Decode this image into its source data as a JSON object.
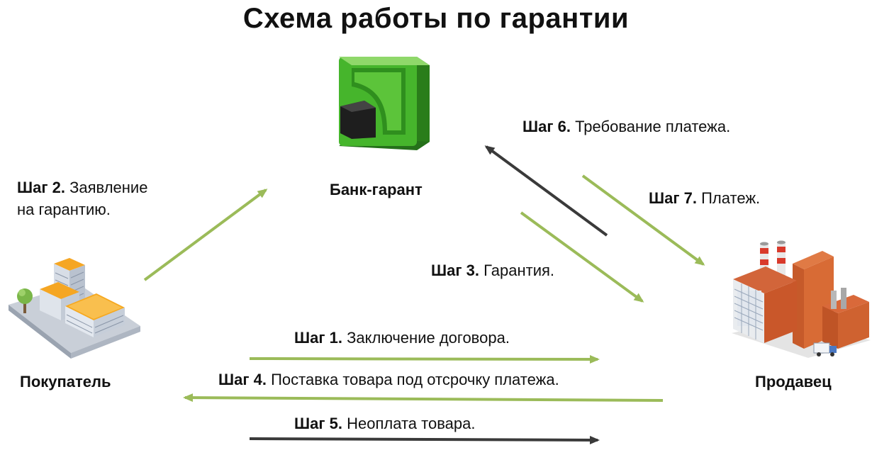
{
  "title": "Схема работы по гарантии",
  "parties": {
    "bank": "Банк-гарант",
    "buyer": "Покупатель",
    "seller": "Продавец"
  },
  "steps": [
    {
      "num": "Шаг 1.",
      "text": "Заключение договора."
    },
    {
      "num": "Шаг 2.",
      "text": "Заявление",
      "text2": "на гарантию."
    },
    {
      "num": "Шаг 3.",
      "text": "Гарантия."
    },
    {
      "num": "Шаг 4.",
      "text": "Поставка товара под отсрочку платежа."
    },
    {
      "num": "Шаг 5.",
      "text": "Неоплата товара."
    },
    {
      "num": "Шаг 6.",
      "text": "Требование платежа."
    },
    {
      "num": "Шаг 7.",
      "text": "Платеж."
    }
  ],
  "colors": {
    "green_arrow": "#9bbb59",
    "dark_arrow": "#3a3a3a",
    "bank_green": "#3fae29"
  },
  "icons": {
    "bank": "bank-logo-icon",
    "buyer": "office-buildings-icon",
    "seller": "factory-icon"
  }
}
